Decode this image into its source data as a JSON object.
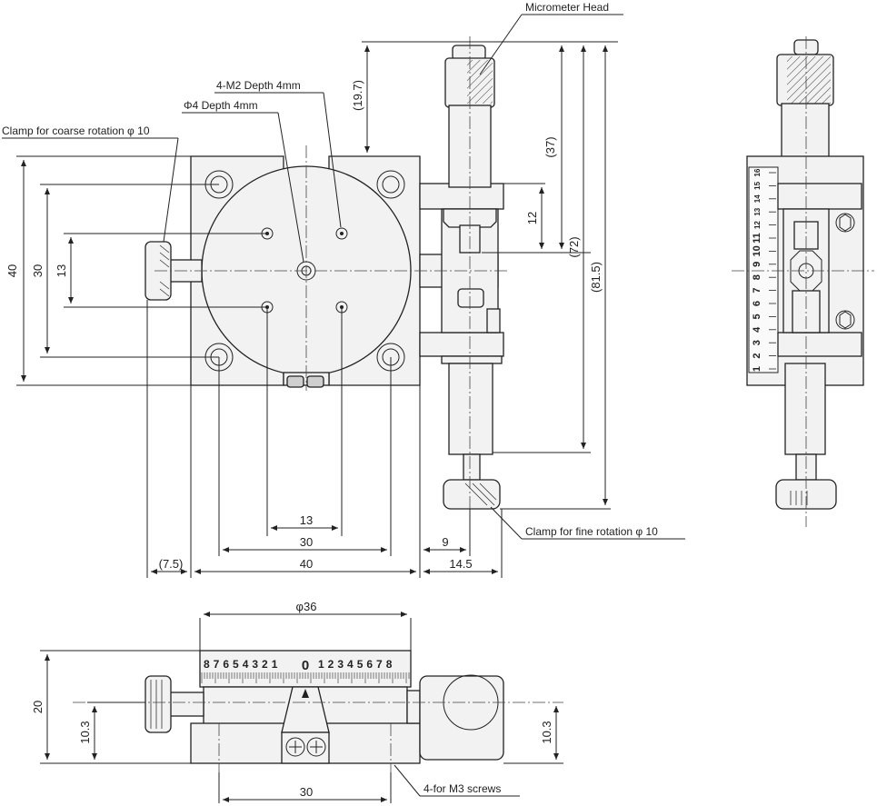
{
  "labels": {
    "micrometer_head": "Micrometer Head",
    "m2_depth": "4-M2 Depth 4mm",
    "phi4_depth": "Φ4 Depth 4mm",
    "clamp_coarse": "Clamp for coarse rotation φ 10",
    "clamp_fine": "Clamp for fine rotation φ 10",
    "m3_screws": "4-for M3 screws"
  },
  "dimensions": {
    "d_19_7": "(19.7)",
    "d_37": "(37)",
    "d_72": "(72)",
    "d_81_5": "(81.5)",
    "d_12": "12",
    "d_40_left": "40",
    "d_30_left": "30",
    "d_13_left": "13",
    "d_13_bottom": "13",
    "d_30_bottom": "30",
    "d_40_bottom": "40",
    "d_7_5": "(7.5)",
    "d_9": "9",
    "d_14_5": "14.5",
    "d_phi36": "φ36",
    "d_20": "20",
    "d_10_3_left": "10.3",
    "d_10_3_right": "10.3",
    "d_30_front": "30"
  },
  "scales": {
    "side_scale": [
      "1",
      "2",
      "3",
      "4",
      "5",
      "6",
      "7",
      "8",
      "9",
      "10",
      "11",
      "12",
      "13",
      "14",
      "15",
      "16"
    ],
    "front_scale_left": "87654321",
    "front_scale_zero": "0",
    "front_scale_right": "12345678"
  }
}
